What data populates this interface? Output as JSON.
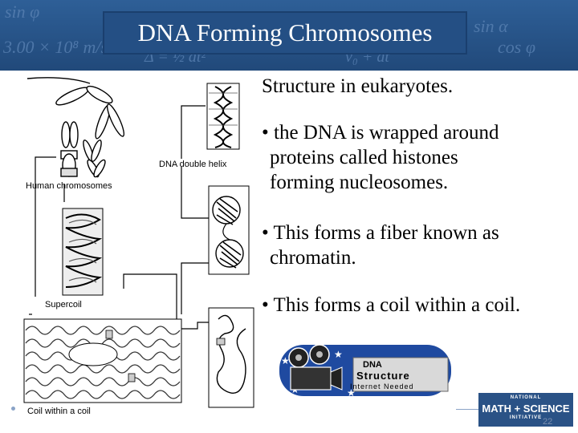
{
  "slide": {
    "title": "DNA Forming Chromosomes",
    "bullets": {
      "heading": "Structure in eukaryotes.",
      "b1_line1": "• the DNA is wrapped around",
      "b1_line2": "proteins called histones",
      "b1_line3": "forming nucleosomes.",
      "b2_line1": "• This forms a fiber known as",
      "b2_line2": "chromatin.",
      "b3_line1": "• This forms a coil within a coil."
    },
    "diagram": {
      "label_human_chromosomes": "Human chromosomes",
      "label_dna_double_helix": "DNA double helix",
      "label_supercoil": "Supercoil",
      "label_coil_within_coil": "Coil within a coil"
    },
    "video_badge": {
      "line1": "DNA",
      "line2": "Structure",
      "line3": "Internet Needed"
    },
    "logo": {
      "line1": "NATIONAL",
      "line2": "MATH + SCIENCE",
      "line3": "INITIATIVE"
    },
    "slide_number": "22"
  },
  "colors": {
    "banner": "#2e5f97",
    "title_box": "#244f84",
    "badge_blue": "#1f4aa0",
    "logo_blue": "#2a5286"
  }
}
